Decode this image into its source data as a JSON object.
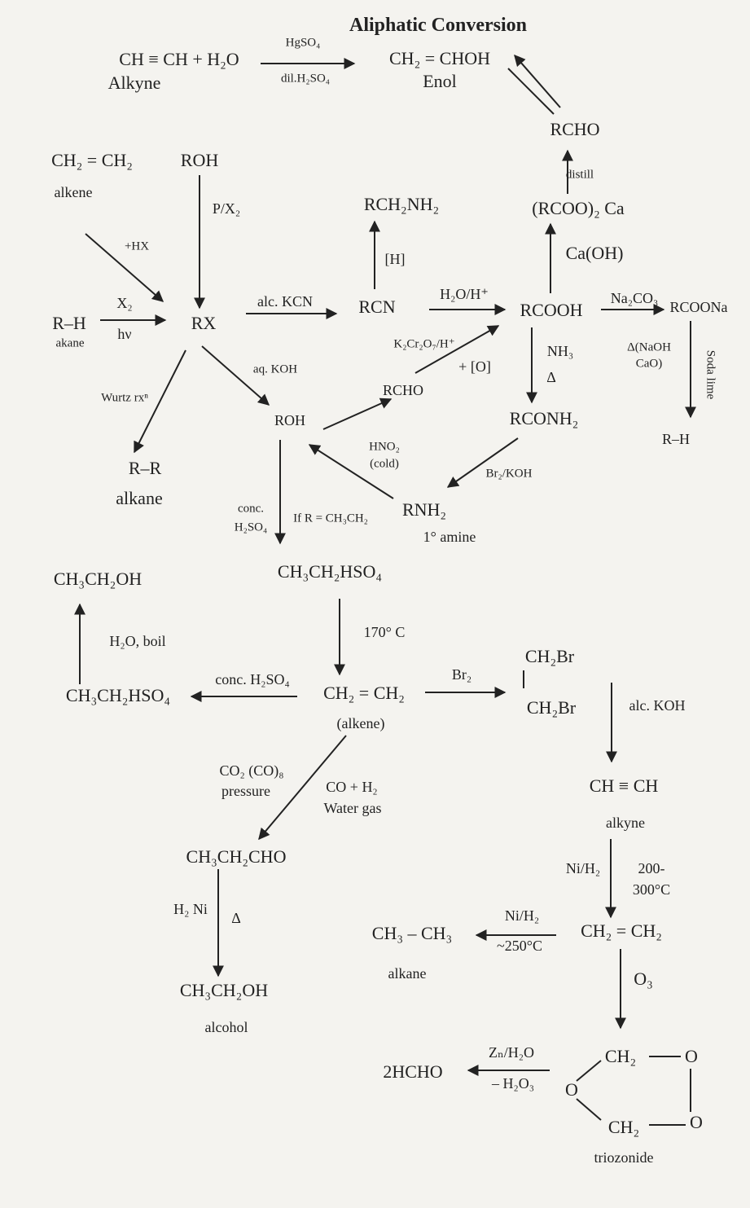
{
  "title": "Aliphatic Conversion",
  "labels": {
    "alkyne_rxn": "CH ≡ CH + H₂O",
    "alkyne_word": "Alkyne",
    "hgso4": "HgSO₄",
    "dil_h2so4": "dil.H₂SO₄",
    "enol": "CH₂ = CHOH",
    "enol_word": "Enol",
    "rcho_top": "RCHO",
    "distill": "distill",
    "rcoo2ca": "(RCOO)₂ Ca",
    "caoh": "Ca(OH)",
    "ethene_top": "CH₂ = CH₂",
    "alkene_top": "alkene",
    "roh_top": "ROH",
    "px2": "P/X₂",
    "rch2nh2": "RCH₂NH₂",
    "h_reduce": "[H]",
    "hx": "+HX",
    "rh": "R–H",
    "akane": "akane",
    "x2": "X₂",
    "hv": "hν",
    "rx": "RX",
    "alc_kcn": "alc. KCN",
    "rcn": "RCN",
    "h2o_h": "H₂O/H⁺",
    "rcooh": "RCOOH",
    "na2co3": "Na₂CO₃",
    "rcoona": "RCOONa",
    "naoh_cao_1": "Δ(NaOH",
    "naoh_cao_2": "CaO)",
    "soda_lime": "Soda lime",
    "rh_right": "R–H",
    "k2cr2o7": "K₂Cr₂O₇/H⁺",
    "plus_o": "+ [O]",
    "nh3": "NH₃",
    "delta": "Δ",
    "aq_koh": "aq. KOH",
    "rcho_mid": "RCHO",
    "wurtz": "Wurtz rxⁿ",
    "roh_mid": "ROH",
    "rconh2": "RCONH₂",
    "hno2": "HNO₂",
    "cold": "(cold)",
    "br2koh": "Br₂/KOH",
    "rr": "R–R",
    "alkane_left": "alkane",
    "conc": "conc.",
    "h2so4_small": "H₂SO₄",
    "if_r": "If R = CH₃CH₂",
    "rnh2": "RNH₂",
    "amine": "1° amine",
    "ethanol_top": "CH₃CH₂OH",
    "ethyl_hso4_mid": "CH₃CH₂HSO₄",
    "h2o_boil": "H₂O, boil",
    "temp170": "170° C",
    "ethyl_hso4_left": "CH₃CH₂HSO₄",
    "conc_h2so4": "conc. H₂SO₄",
    "ethene_mid": "CH₂ = CH₂",
    "alkene_paren": "(alkene)",
    "br2": "Br₂",
    "ch2br_1": "CH₂Br",
    "ch2br_2": "CH₂Br",
    "alc_koh": "alc. KOH",
    "co2co": "CO₂ (CO)₈",
    "pressure": "pressure",
    "co_h2": "CO + H₂",
    "water_gas": "Water gas",
    "acetylene": "CH ≡ CH",
    "alkyne_low": "alkyne",
    "propanal": "CH₃CH₂CHO",
    "nih2_1": "Ni/H₂",
    "temp200": "200-",
    "temp300": "300°C",
    "h2ni": "H₂ Ni",
    "delta2": "Δ",
    "ethane": "CH₃ – CH₃",
    "nih2_2": "Ni/H₂",
    "temp250": "~250°C",
    "ethene_low": "CH₂ = CH₂",
    "alkane_low": "alkane",
    "o3": "O₃",
    "propanol": "CH₃CH₂OH",
    "alcohol": "alcohol",
    "zn_h2o": "Zₙ/H₂O",
    "minus_h2o3": "– H₂O₃",
    "hcho": "2HCHO",
    "oz_ch2_top": "CH₂",
    "oz_o_right_top": "O",
    "oz_o_left": "O",
    "oz_ch2_bottom": "CH₂",
    "oz_o_right_bottom": "O",
    "triozonide": "triozonide"
  }
}
